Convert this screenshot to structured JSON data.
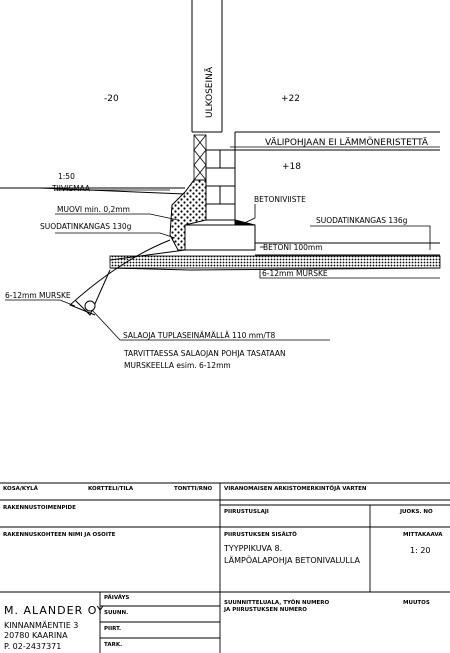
{
  "drawing": {
    "labels": {
      "outer_wall": "ULKOSEINÄ",
      "temp_outside": "-20",
      "temp_inside": "+22",
      "temp_floor": "+18",
      "floor_note": "VÄLIPOHJAAN EI LÄMMÖNERISTETTÄ",
      "slope": "1:50",
      "tiivismaa": "TIIVISMAA",
      "muovi": "MUOVI min. 0,2mm",
      "suodatin_left": "SUODATINKANGAS 130g",
      "betoniviiste": "BETONIVIISTE",
      "suodatin_right": "SUODATINKANGAS 136g",
      "betoni": "BETONI 100mm",
      "murske_right": "6-12mm MURSKE",
      "murske_left": "6-12mm MURSKE",
      "saladja": "SALAOJA TUPLASEINÄMÄLLÄ 110 mm/T8",
      "note_line1": "TARVITTAESSA SALAOJAN POHJA TASATAAN",
      "note_line2": "MURSKEELLA esim. 6-12mm"
    }
  },
  "title_block": {
    "kosa_kyla": "KOSA/KYLÄ",
    "kortteli_tila": "KORTTELI/TILA",
    "tontti_rno": "TONTTI/RNO",
    "viranomainen": "VIRANOMAISEN ARKISTOMERKINTÖJÄ VARTEN",
    "rakennustoimenpide": "RAKENNUSTOIMENPIDE",
    "piirustuslaji": "PIIRUSTUSLAJI",
    "juoks_no": "JUOKS. NO",
    "rakennuskohde": "RAKENNUSKOHTEEN NIMI JA OSOITE",
    "piirustuksen_sisalto": "PIIRUSTUKSEN SISÄLTÖ",
    "mittakaava": "MITTAKAAVA",
    "content_line1": "TYYPPIKUVA 8.",
    "content_line2": "LÄMPÖALAPOHJA BETONIVALULLA",
    "scale": "1: 20",
    "company": "M. ALANDER OY",
    "address1": "KINNANMÄENTIE 3",
    "address2": "20780 KAARINA",
    "phone": "P. 02-2437371",
    "paivays": "PÄIVÄYS",
    "suunn": "SUUNN.",
    "piirt": "PIIRT.",
    "tark": "TARK.",
    "suunnitteluala_1": "SUUNNITTELUALA, TYÖN NUMERO",
    "suunnitteluala_2": "JA PIIRUSTUKSEN NUMERO",
    "muutos": "MUUTOS"
  }
}
